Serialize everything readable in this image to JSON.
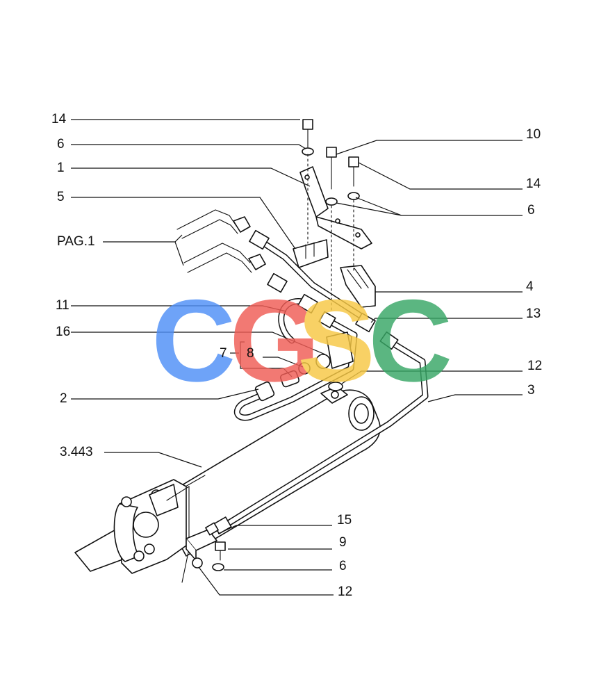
{
  "callouts": [
    {
      "id": "c14a",
      "text": "14"
    },
    {
      "id": "c6a",
      "text": "6"
    },
    {
      "id": "c1",
      "text": "1"
    },
    {
      "id": "c5",
      "text": "5"
    },
    {
      "id": "cpag",
      "text": "PAG.1"
    },
    {
      "id": "c11",
      "text": "11"
    },
    {
      "id": "c16",
      "text": "16"
    },
    {
      "id": "c7",
      "text": "7"
    },
    {
      "id": "c8",
      "text": "8"
    },
    {
      "id": "c2",
      "text": "2"
    },
    {
      "id": "c3443",
      "text": "3.443"
    },
    {
      "id": "c10",
      "text": "10"
    },
    {
      "id": "c14b",
      "text": "14"
    },
    {
      "id": "c6b",
      "text": "6"
    },
    {
      "id": "c4",
      "text": "4"
    },
    {
      "id": "c13",
      "text": "13"
    },
    {
      "id": "c12a",
      "text": "12"
    },
    {
      "id": "c3",
      "text": "3"
    },
    {
      "id": "c15",
      "text": "15"
    },
    {
      "id": "c9",
      "text": "9"
    },
    {
      "id": "c6c",
      "text": "6"
    },
    {
      "id": "c12b",
      "text": "12"
    }
  ],
  "watermark": {
    "letters": [
      "C",
      "G",
      "S",
      "C"
    ],
    "colors": [
      "#4f8ff7",
      "#f05c55",
      "#f7c844",
      "#38a766"
    ]
  },
  "colors": {
    "line": "#111111",
    "background": "#ffffff"
  }
}
